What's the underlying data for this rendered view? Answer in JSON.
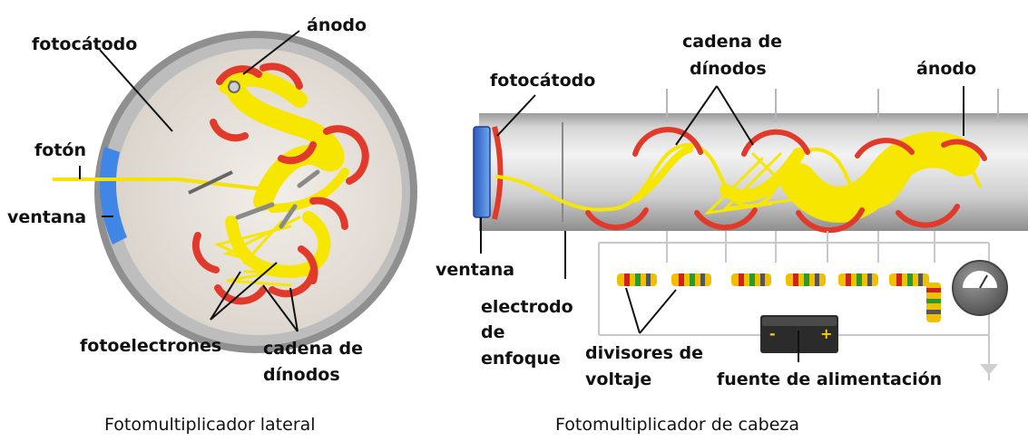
{
  "side_on": {
    "caption": "Fotomultiplicador lateral",
    "labels": {
      "photocathode": "fotocátodo",
      "anode": "ánodo",
      "photon": "fotón",
      "window": "ventana",
      "photoelectrons": "fotoelectrones",
      "dynode_chain_line1": "cadena de",
      "dynode_chain_line2": "dínodos"
    }
  },
  "head_on": {
    "caption": "Fotomultiplicador de cabeza",
    "labels": {
      "photocathode": "fotocátodo",
      "dynode_chain_line1": "cadena de",
      "dynode_chain_line2": "dínodos",
      "anode": "ánodo",
      "window": "ventana",
      "focus_electrode_line1": "electrodo",
      "focus_electrode_line2": "de",
      "focus_electrode_line3": "enfoque",
      "voltage_dividers_line1": "divisores de",
      "voltage_dividers_line2": "voltaje",
      "power_supply": "fuente de alimentación",
      "battery_minus": "-",
      "battery_plus": "+"
    }
  },
  "colors": {
    "housing": "#9a9a9a",
    "housing_inner": "#e9e3dd",
    "window": "#3b7fe0",
    "dynode": "#e03a2a",
    "electron_path": "#f5e400",
    "tube_light": "#e9e9e9",
    "tube_dark": "#a8a8a8",
    "battery": "#2c2c2c",
    "meter": "#6e6e6e"
  }
}
